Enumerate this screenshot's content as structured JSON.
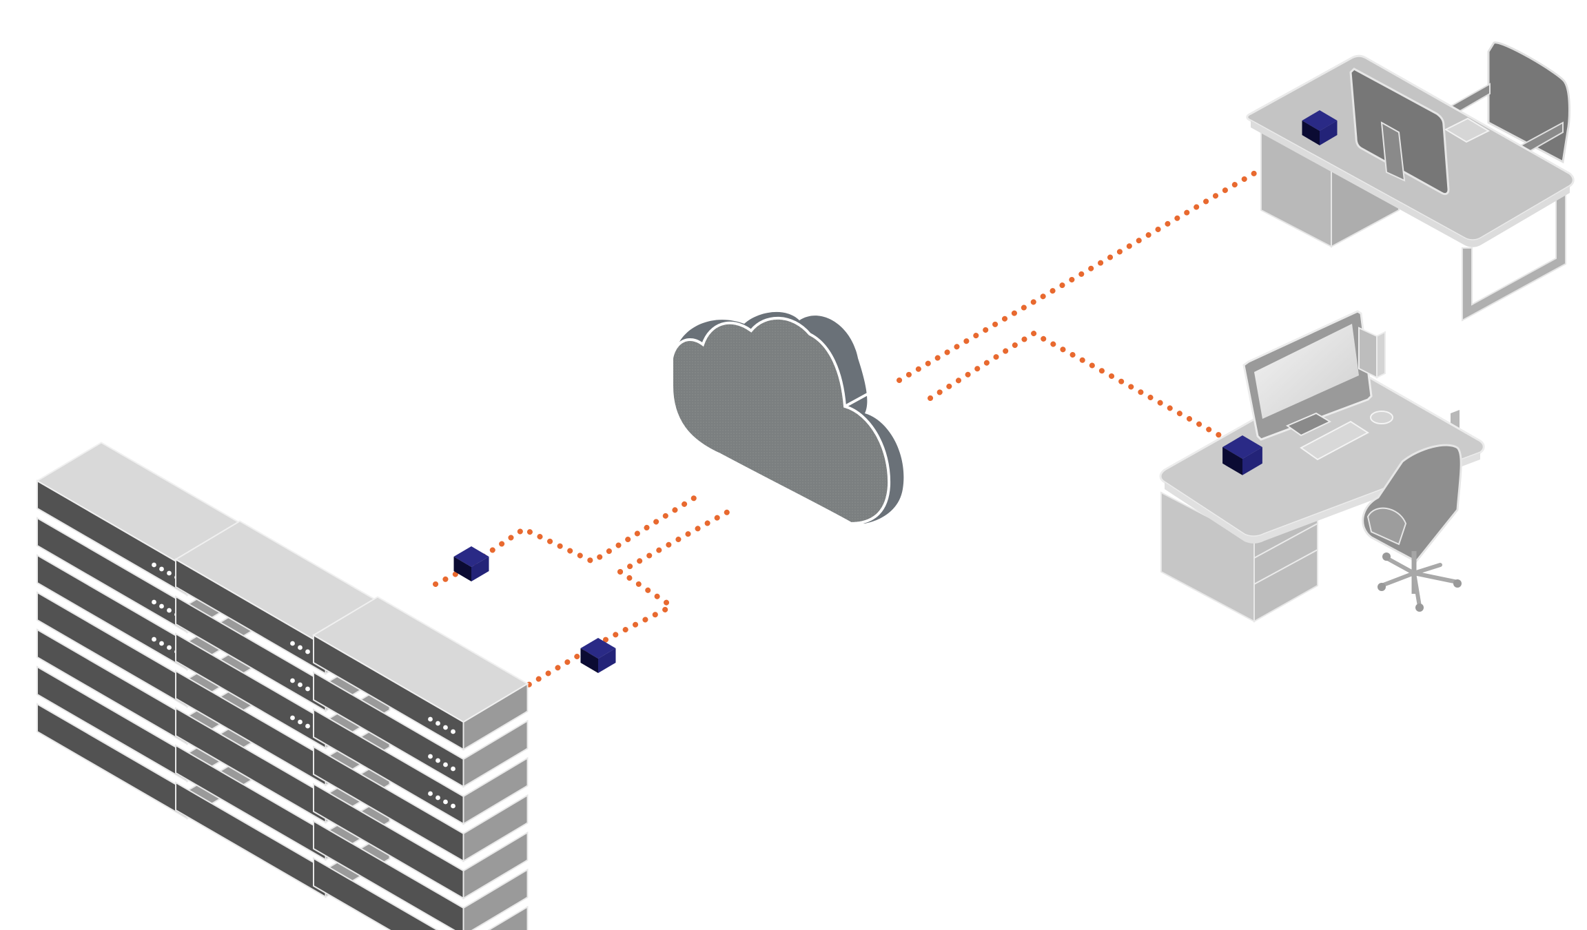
{
  "diagram": {
    "kind": "isometric-network-topology",
    "nodes": [
      {
        "id": "server-rack-1",
        "icon": "server-stack-icon",
        "units": 7,
        "units_with_leds": 3
      },
      {
        "id": "server-rack-2",
        "icon": "server-stack-icon",
        "units": 7,
        "units_with_leds": 3
      },
      {
        "id": "server-rack-3",
        "icon": "server-stack-icon",
        "units": 7,
        "units_with_leds": 3
      },
      {
        "id": "cloud",
        "icon": "cloud-icon"
      },
      {
        "id": "workstation-top",
        "icon": "desk-workstation-icon"
      },
      {
        "id": "workstation-bottom",
        "icon": "desk-workstation-icon"
      },
      {
        "id": "kvm-unit-rack-a",
        "icon": "kvm-extender-icon"
      },
      {
        "id": "kvm-unit-rack-b",
        "icon": "kvm-extender-icon"
      },
      {
        "id": "kvm-unit-desk-top",
        "icon": "kvm-extender-icon"
      },
      {
        "id": "kvm-unit-desk-bottom",
        "icon": "kvm-extender-icon"
      }
    ],
    "connections": [
      {
        "from": "kvm-unit-rack-a",
        "to": "cloud",
        "style": "dotted"
      },
      {
        "from": "kvm-unit-rack-b",
        "to": "cloud",
        "style": "dotted"
      },
      {
        "from": "cloud",
        "to": "kvm-unit-desk-top",
        "style": "dotted"
      },
      {
        "from": "cloud",
        "to": "kvm-unit-desk-bottom",
        "style": "dotted"
      }
    ]
  },
  "colors": {
    "background": "#ffffff",
    "link": "#e8692f",
    "kvm_top": "#2a2a86",
    "kvm_front": "#0b0b33",
    "kvm_side": "#232378",
    "server_top": "#d9d9d9",
    "server_front": "#525252",
    "server_side": "#9a9a9a",
    "server_led": "#ffffff",
    "cloud_face": "#7b7f80",
    "cloud_side": "#6a7178",
    "desk_top": "#c4c4c4",
    "desk_side": "#b3b3b3",
    "furniture_dark": "#777777",
    "outline": "#f2f2f2"
  }
}
